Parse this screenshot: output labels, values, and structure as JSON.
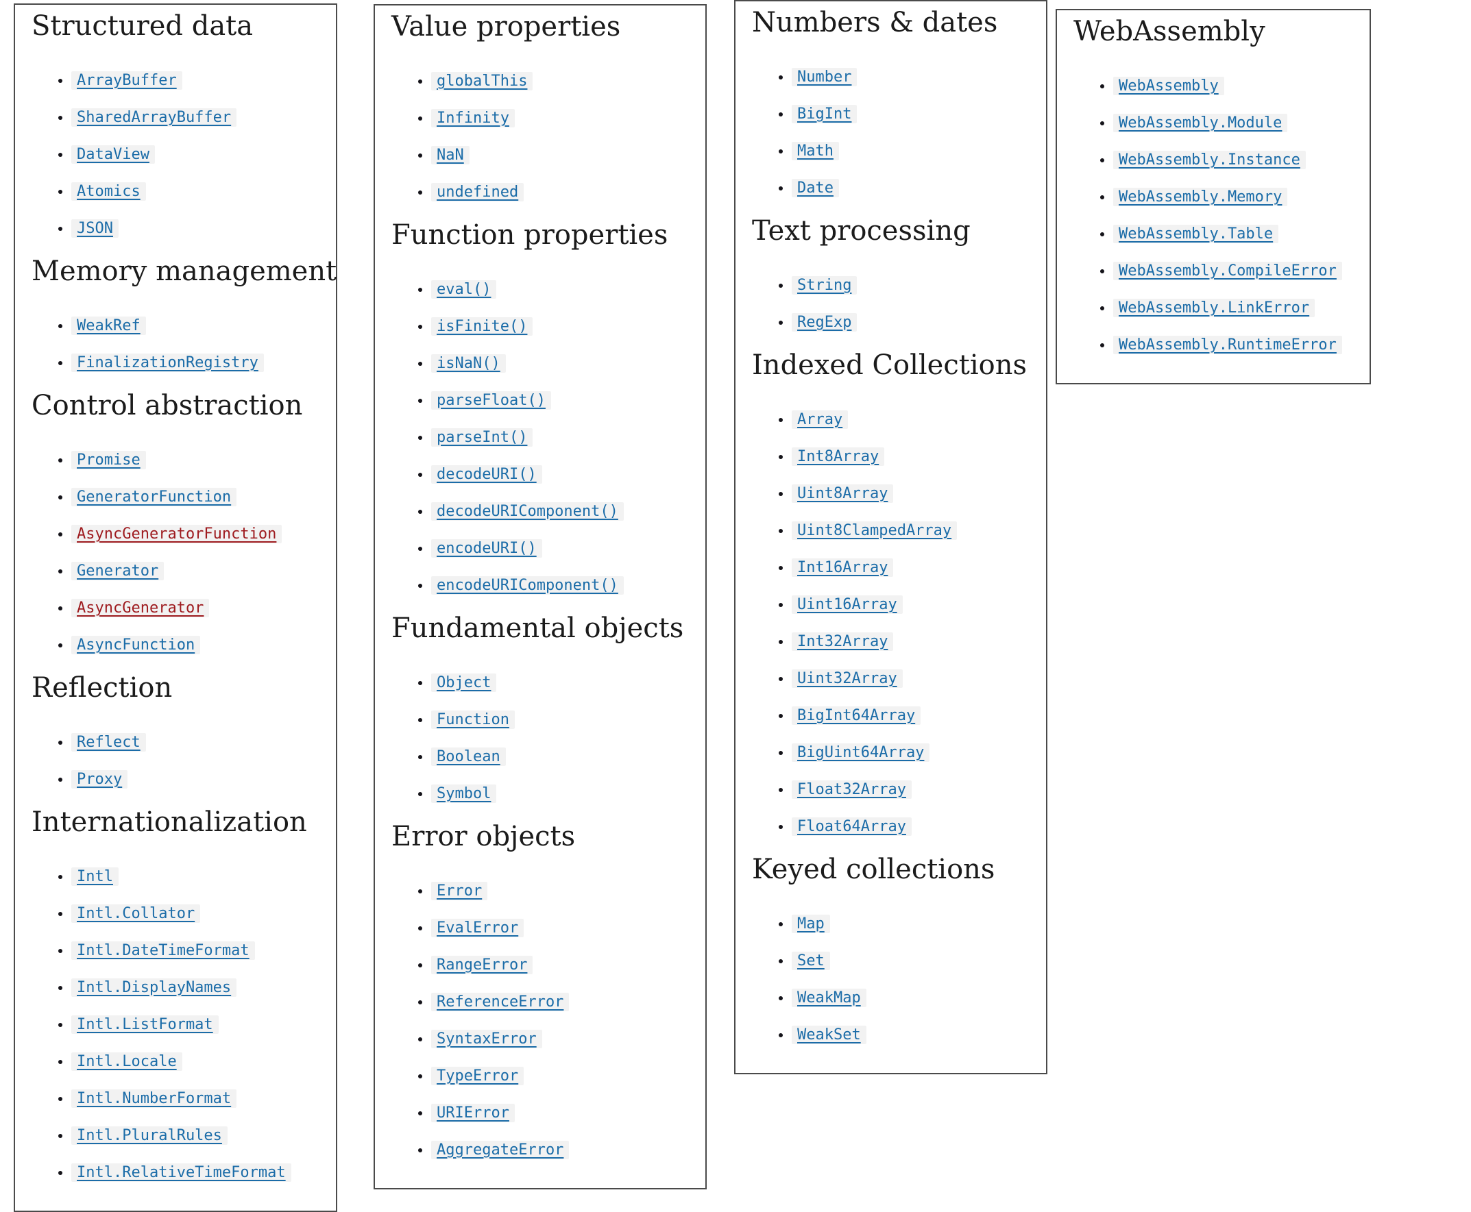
{
  "colors": {
    "link": "#1b6ca8",
    "link_broken": "#9e1b1f",
    "heading": "#1b1b1b",
    "code_background": "#f2f2f2",
    "card_border": "#4a4a4a",
    "page_background": "#ffffff"
  },
  "broken_links": [
    "AsyncGeneratorFunction",
    "AsyncGenerator"
  ],
  "cards": [
    {
      "sections": [
        {
          "heading": "Structured data",
          "items": [
            "ArrayBuffer",
            "SharedArrayBuffer",
            "DataView",
            "Atomics",
            "JSON"
          ]
        },
        {
          "heading": "Memory management",
          "items": [
            "WeakRef",
            "FinalizationRegistry"
          ]
        },
        {
          "heading": "Control abstraction",
          "items": [
            "Promise",
            "GeneratorFunction",
            "AsyncGeneratorFunction",
            "Generator",
            "AsyncGenerator",
            "AsyncFunction"
          ]
        },
        {
          "heading": "Reflection",
          "items": [
            "Reflect",
            "Proxy"
          ]
        },
        {
          "heading": "Internationalization",
          "items": [
            "Intl",
            "Intl.Collator",
            "Intl.DateTimeFormat",
            "Intl.DisplayNames",
            "Intl.ListFormat",
            "Intl.Locale",
            "Intl.NumberFormat",
            "Intl.PluralRules",
            "Intl.RelativeTimeFormat"
          ]
        }
      ]
    },
    {
      "sections": [
        {
          "heading": "Value properties",
          "items": [
            "globalThis",
            "Infinity",
            "NaN",
            "undefined"
          ]
        },
        {
          "heading": "Function properties",
          "items": [
            "eval()",
            "isFinite()",
            "isNaN()",
            "parseFloat()",
            "parseInt()",
            "decodeURI()",
            "decodeURIComponent()",
            "encodeURI()",
            "encodeURIComponent()"
          ]
        },
        {
          "heading": "Fundamental objects",
          "items": [
            "Object",
            "Function",
            "Boolean",
            "Symbol"
          ]
        },
        {
          "heading": "Error objects",
          "items": [
            "Error",
            "EvalError",
            "RangeError",
            "ReferenceError",
            "SyntaxError",
            "TypeError",
            "URIError",
            "AggregateError"
          ]
        }
      ]
    },
    {
      "sections": [
        {
          "heading": "Numbers & dates",
          "items": [
            "Number",
            "BigInt",
            "Math",
            "Date"
          ]
        },
        {
          "heading": "Text processing",
          "items": [
            "String",
            "RegExp"
          ]
        },
        {
          "heading": "Indexed Collections",
          "items": [
            "Array",
            "Int8Array",
            "Uint8Array",
            "Uint8ClampedArray",
            "Int16Array",
            "Uint16Array",
            "Int32Array",
            "Uint32Array",
            "BigInt64Array",
            "BigUint64Array",
            "Float32Array",
            "Float64Array"
          ]
        },
        {
          "heading": "Keyed collections",
          "items": [
            "Map",
            "Set",
            "WeakMap",
            "WeakSet"
          ]
        }
      ]
    },
    {
      "sections": [
        {
          "heading": "WebAssembly",
          "items": [
            "WebAssembly",
            "WebAssembly.Module",
            "WebAssembly.Instance",
            "WebAssembly.Memory",
            "WebAssembly.Table",
            "WebAssembly.CompileError",
            "WebAssembly.LinkError",
            "WebAssembly.RuntimeError"
          ]
        }
      ]
    }
  ]
}
